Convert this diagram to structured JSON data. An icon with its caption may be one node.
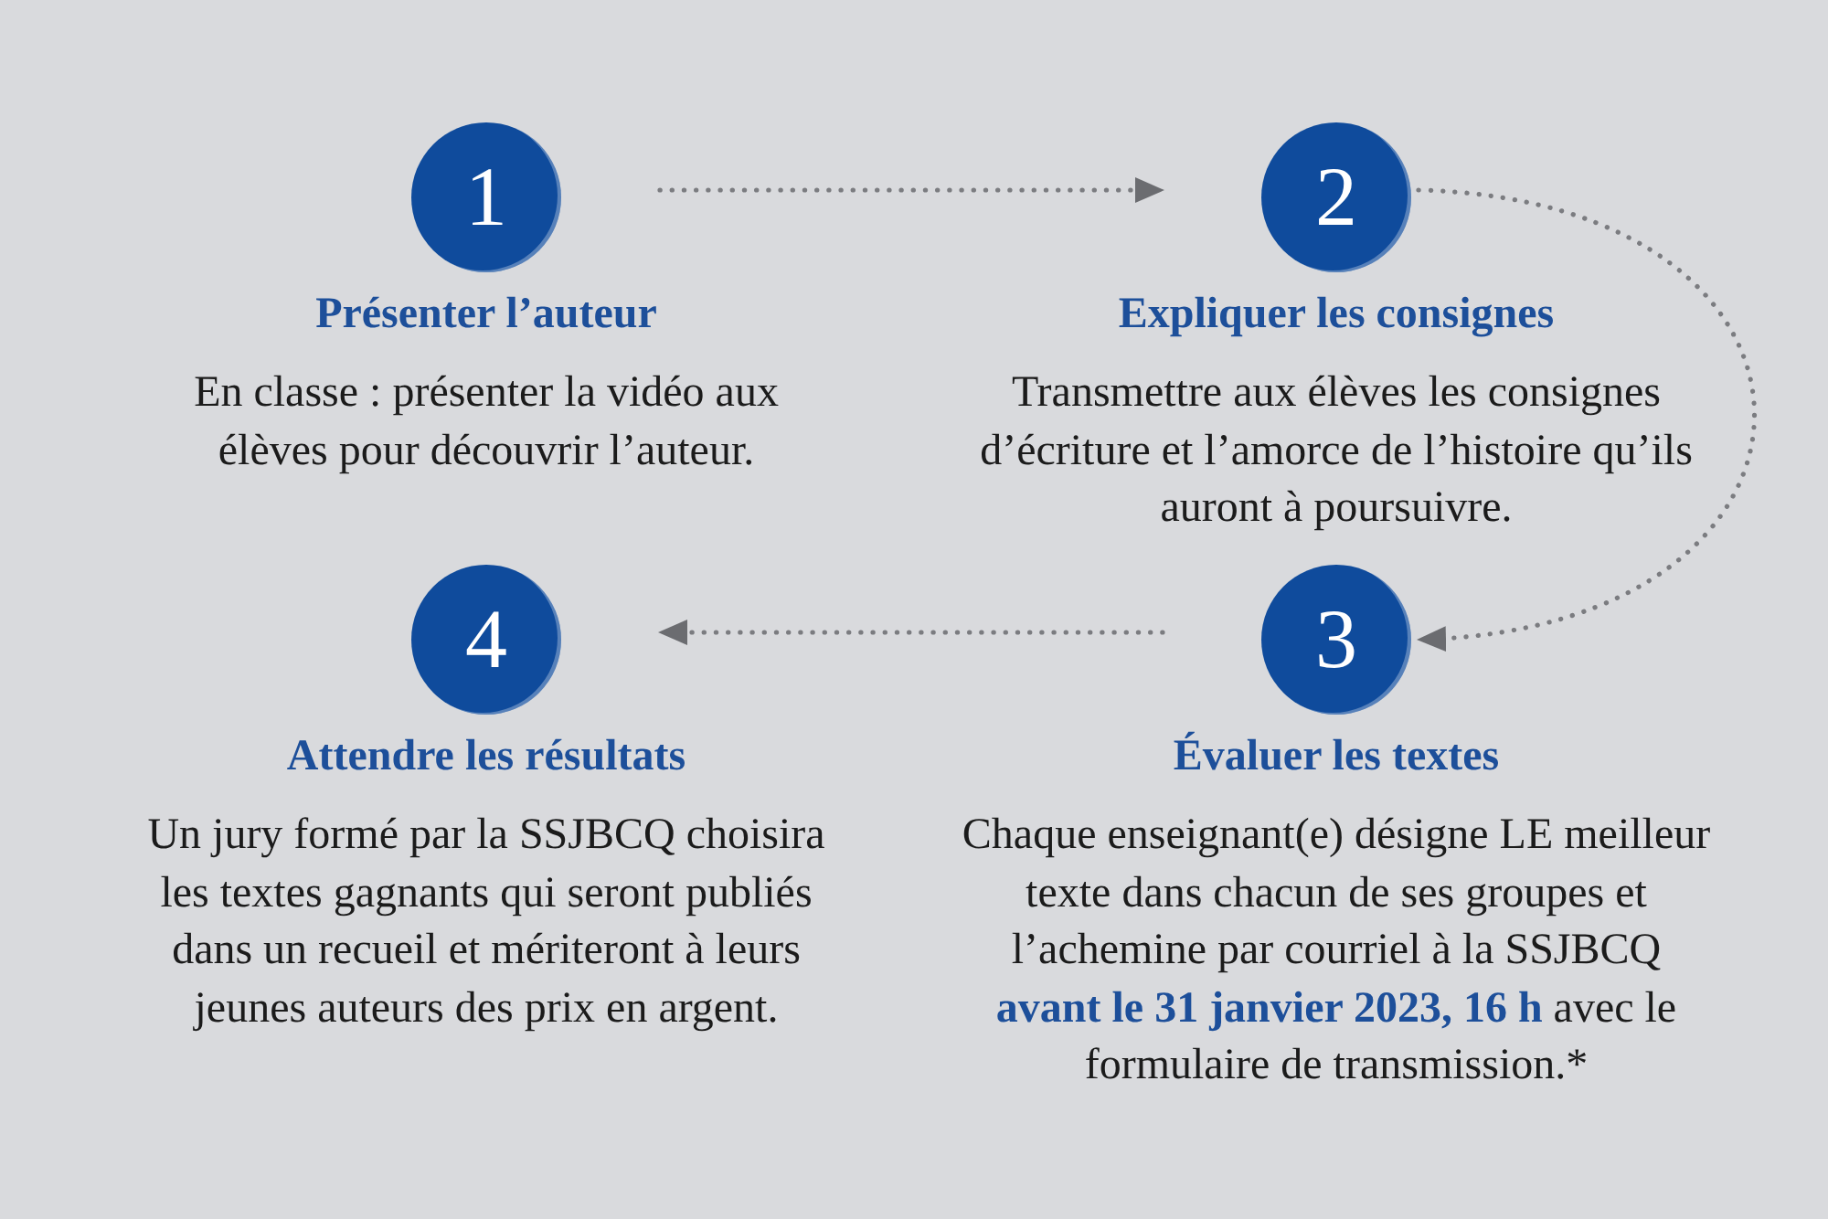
{
  "diagram": {
    "nodes": [
      {
        "text": [
          "1"
        ],
        "beside": [
          "Présenter l’auteur",
          "En classe : présenter la vidéo aux élèves pour découvrir l’auteur."
        ]
      },
      {
        "text": [
          "2"
        ],
        "beside": [
          "Expliquer les consignes",
          "Transmettre aux élèves les consignes d’écriture et l’amorce de l’histoire qu’ils auront à poursuivre."
        ]
      },
      {
        "text": [
          "3"
        ],
        "beside": [
          "Évaluer les textes",
          "Chaque enseignant(e) désigne LE meilleur texte dans chacun de ses groupes et l’achemine par courriel à la SSJBCQ **avant le 31 janvier 2023, 16 h** avec le formulaire de transmission.*"
        ]
      },
      {
        "text": [
          "4"
        ],
        "beside": [
          "Attendre les résultats",
          "Un jury formé par la SSJBCQ choisira les textes gagnants qui seront publiés dans un recueil et mériteront à leurs jeunes auteurs des prix en argent."
        ]
      }
    ],
    "edges": [
      {
        "from": 0,
        "to": 1,
        "arrow": "to",
        "style": "dashed"
      },
      {
        "from": 1,
        "to": 2,
        "arrow": "to",
        "style": "dashed"
      },
      {
        "from": 2,
        "to": 3,
        "arrow": "to",
        "style": "dashed"
      }
    ]
  }
}
